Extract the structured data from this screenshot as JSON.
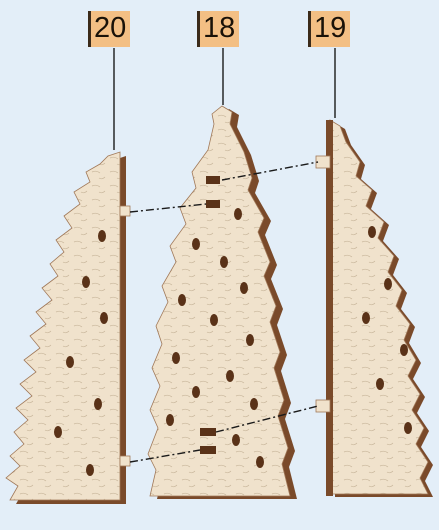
{
  "parts": [
    {
      "id": "part-20",
      "label": "20"
    },
    {
      "id": "part-18",
      "label": "18"
    },
    {
      "id": "part-19",
      "label": "19"
    }
  ],
  "colors": {
    "background": "#e3eef8",
    "wood_face": "#f0e2cc",
    "wood_edge": "#7a4a2a",
    "label_fill": "#f3bf84",
    "leader_line": "#1a1a1a"
  },
  "icons": [
    "tree-piece-left",
    "tree-piece-center",
    "tree-piece-right"
  ]
}
